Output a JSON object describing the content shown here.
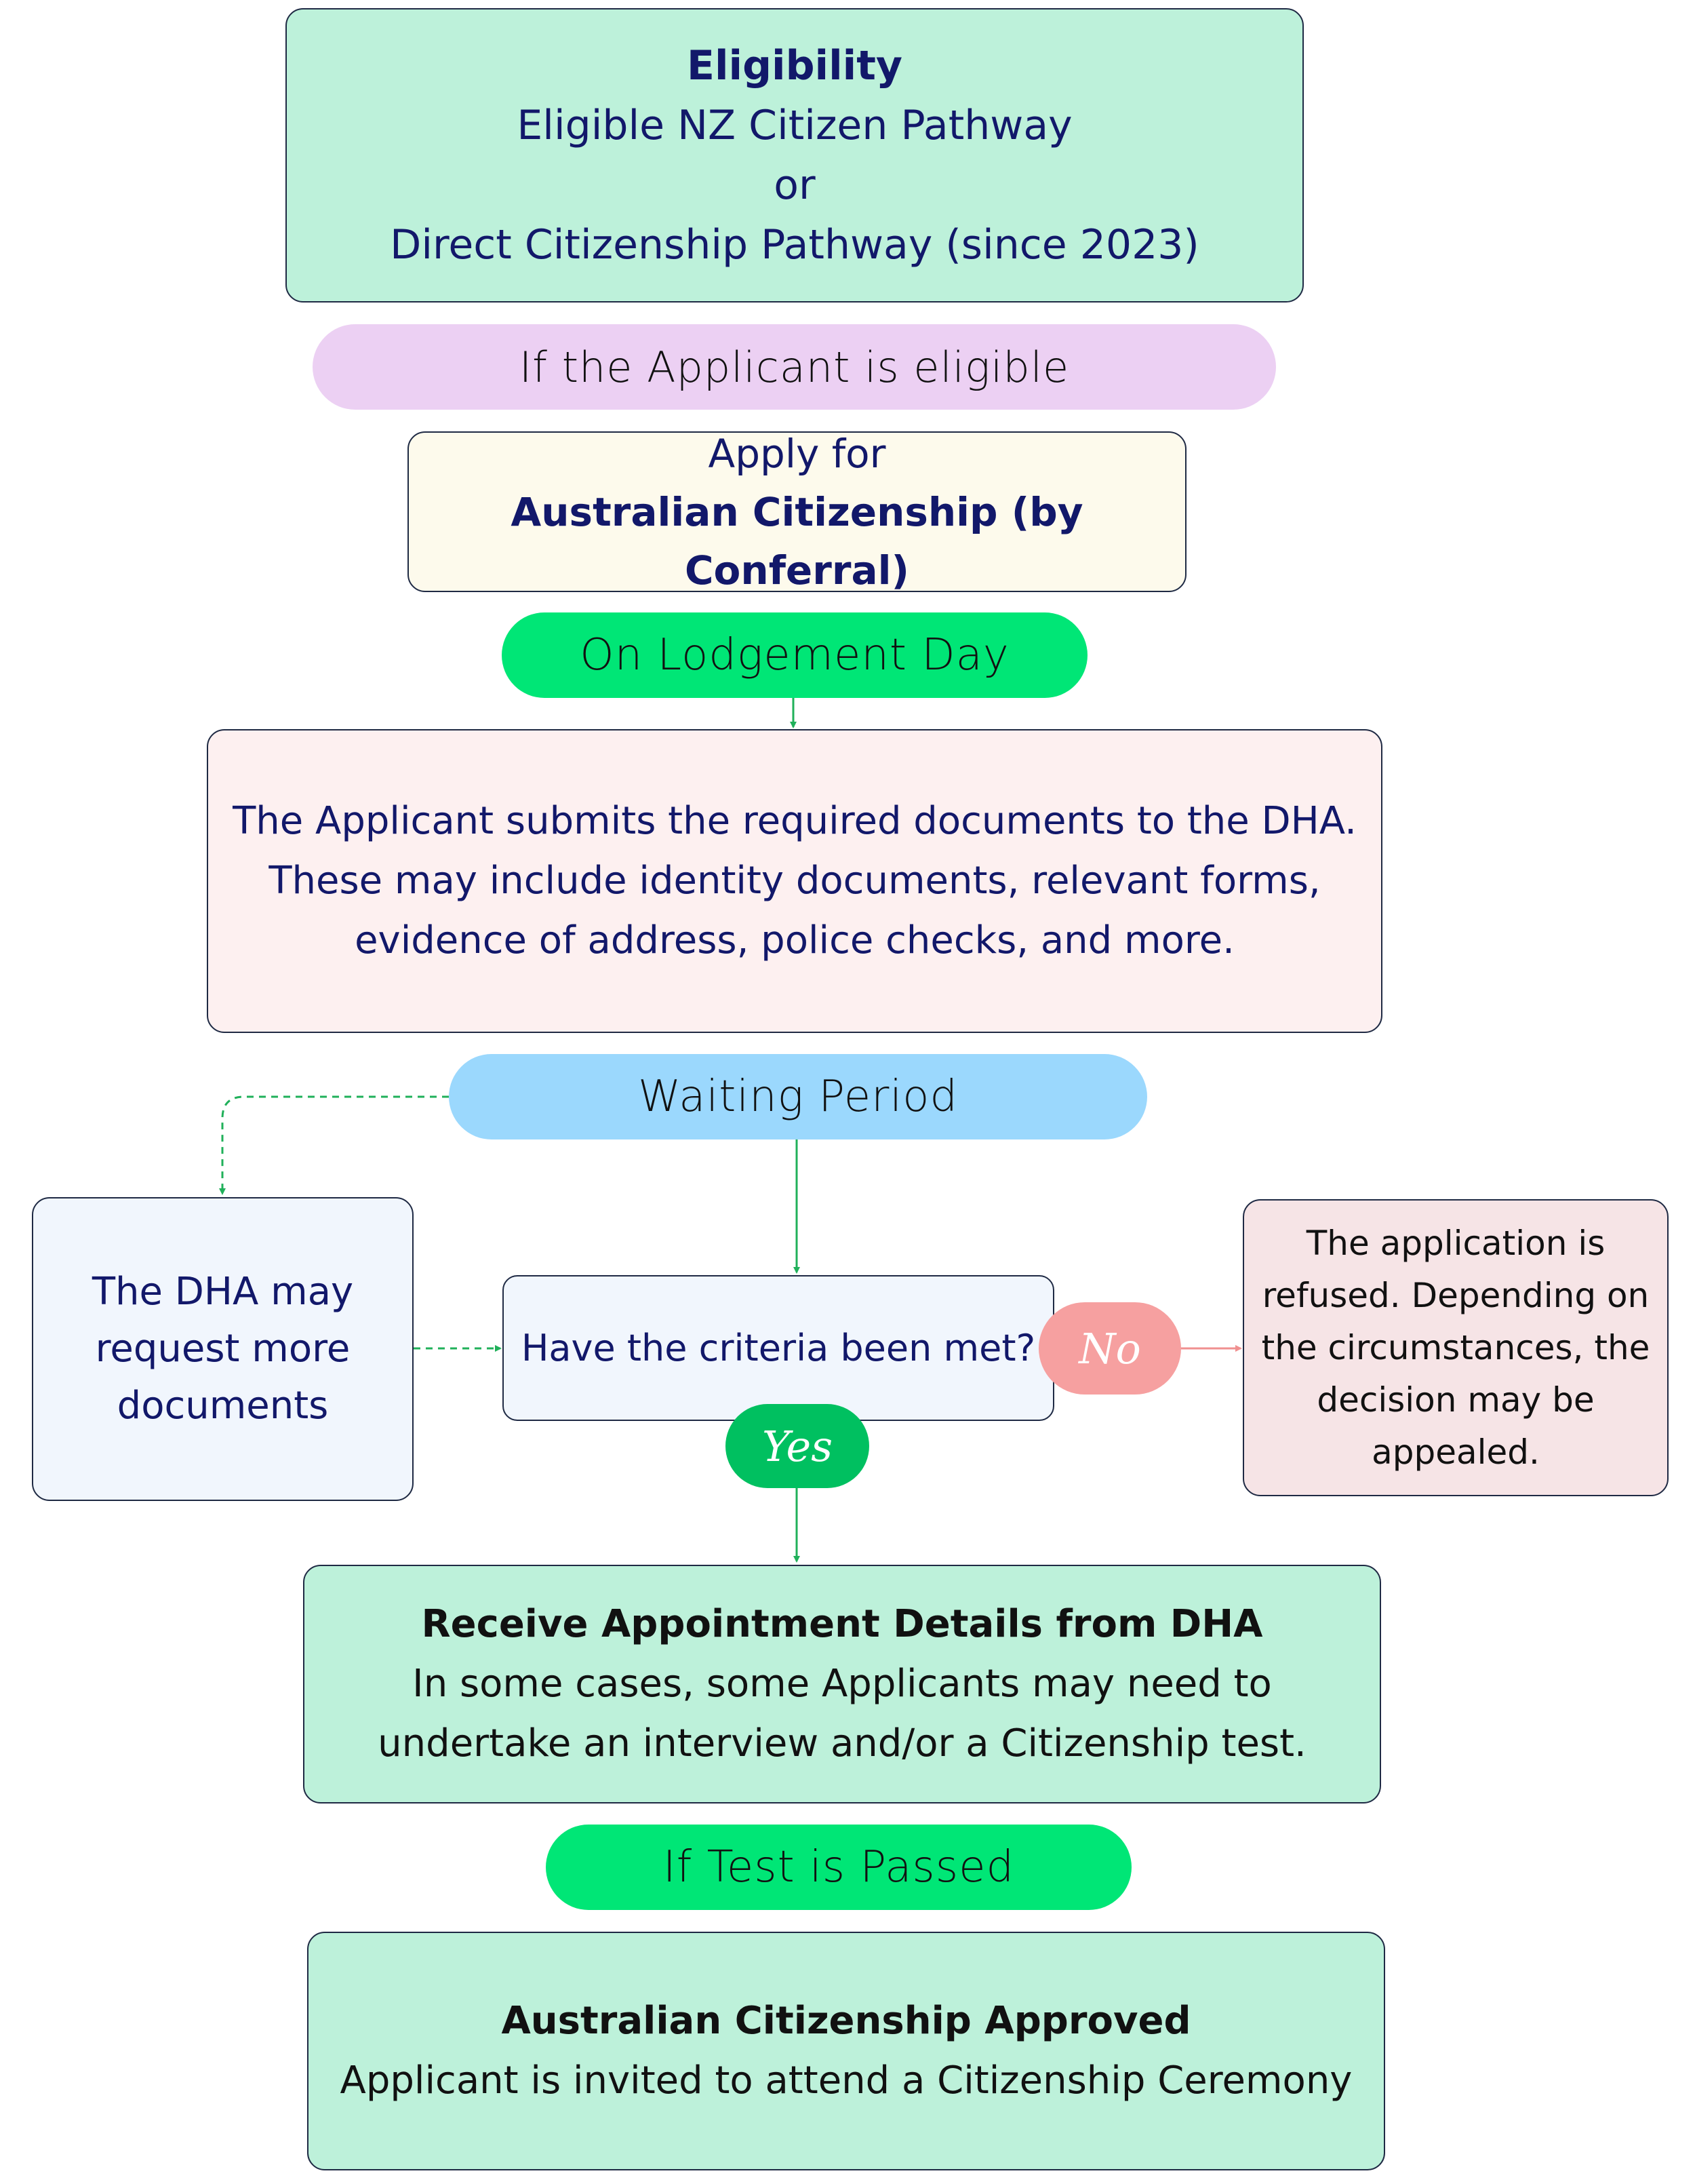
{
  "colors": {
    "mint": "#bdf1da",
    "lavender": "#ecd0f3",
    "cream": "#fdfaec",
    "green_pill": "#00e676",
    "pink_box": "#fdf0f0",
    "sky_pill": "#9bd8fd",
    "light_box": "#f1f6fd",
    "refused_box": "#f6e4e6",
    "no_badge": "#f6a0a0",
    "yes_badge": "#00c060",
    "arrow_green": "#20b05a",
    "arrow_pink": "#f09090"
  },
  "eligibility": {
    "heading": "Eligibility",
    "line1": "Eligible NZ Citizen Pathway",
    "line2": "or",
    "line3": "Direct Citizenship Pathway (since 2023)"
  },
  "if_eligible": {
    "label": "If the Applicant is eligible"
  },
  "apply": {
    "line1": "Apply for",
    "line2": "Australian Citizenship (by Conferral)"
  },
  "lodgement": {
    "label": "On Lodgement Day"
  },
  "submit": {
    "line1": "The Applicant submits the required documents to the DHA.",
    "line2": "These may include identity documents, relevant forms,",
    "line3": "evidence of address, police checks, and more."
  },
  "waiting": {
    "label": "Waiting Period"
  },
  "dha_request": {
    "line1": "The DHA may",
    "line2": "request more",
    "line3": "documents"
  },
  "criteria": {
    "question": "Have the criteria been met?"
  },
  "badges": {
    "no": "No",
    "yes": "Yes"
  },
  "refused": {
    "line1": "The application is",
    "line2": "refused. Depending on",
    "line3": "the circumstances, the",
    "line4": "decision may be",
    "line5": "appealed."
  },
  "appointment": {
    "heading": "Receive Appointment Details from DHA",
    "line1": "In some cases, some Applicants may need to",
    "line2": "undertake an interview and/or a Citizenship test."
  },
  "test_passed": {
    "label": "If Test is Passed"
  },
  "approved": {
    "heading": "Australian Citizenship Approved",
    "line1": "Applicant is invited to attend a Citizenship Ceremony"
  }
}
